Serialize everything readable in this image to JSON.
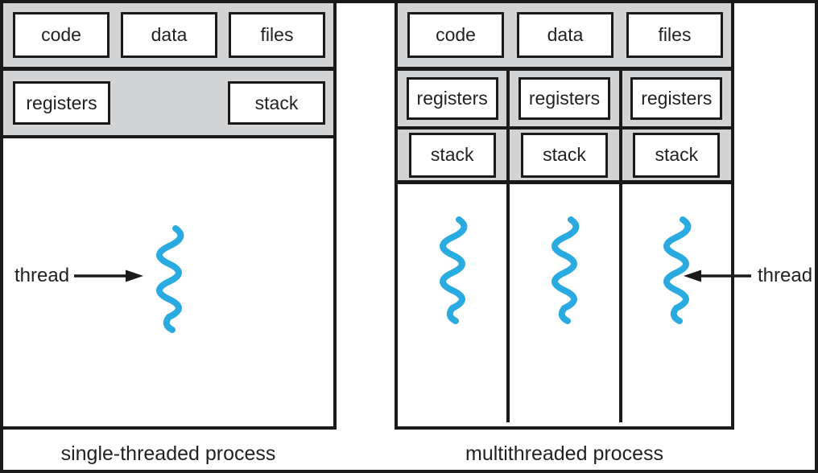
{
  "figure": {
    "left_panel": {
      "resources": [
        "code",
        "data",
        "files"
      ],
      "registers_label": "registers",
      "stack_label": "stack",
      "thread_label": "thread",
      "caption": "single-threaded process"
    },
    "right_panel": {
      "resources": [
        "code",
        "data",
        "files"
      ],
      "threads": [
        {
          "registers_label": "registers",
          "stack_label": "stack"
        },
        {
          "registers_label": "registers",
          "stack_label": "stack"
        },
        {
          "registers_label": "registers",
          "stack_label": "stack"
        }
      ],
      "thread_label": "thread",
      "caption": "multithreaded process"
    },
    "colors": {
      "band_gray": "#d1d3d4",
      "line_black": "#1a1a1a",
      "thread_blue": "#29abe2",
      "background": "#ffffff"
    }
  }
}
